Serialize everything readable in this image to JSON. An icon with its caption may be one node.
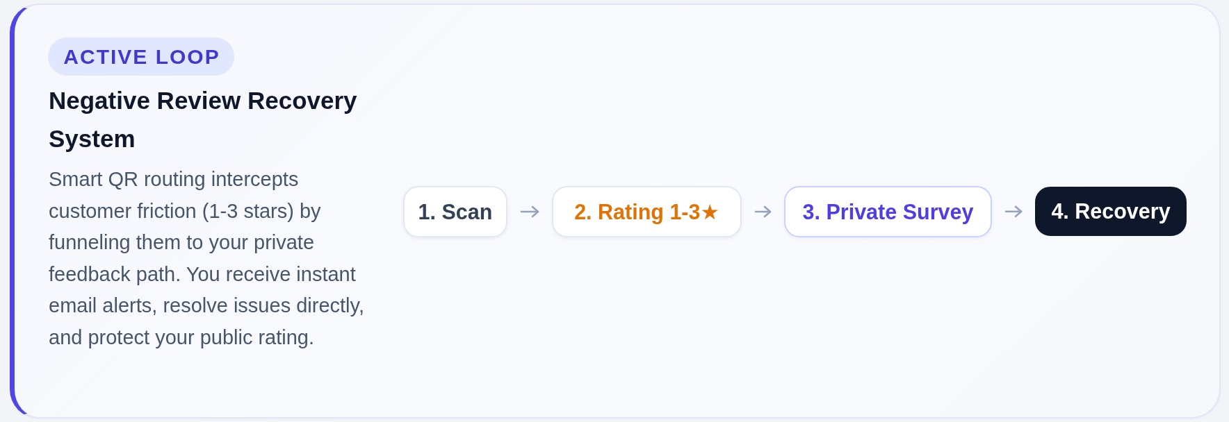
{
  "diagram": {
    "nodes": [
      {
        "text": [
          "Negative Review Recovery System",
          "Smart QR routing intercepts customer friction (1-3 stars) by funneling them to your private feedback path. You receive instant email alerts, resolve issues directly, and protect your public rating."
        ]
      },
      {
        "text": [
          "ACTIVE LOOP"
        ],
        "in": 0
      },
      {
        "text": [
          "1. Scan"
        ],
        "in": 0
      },
      {
        "text": [
          "2. Rating 1-3★"
        ],
        "in": 0
      },
      {
        "text": [
          "3. Private Survey"
        ],
        "in": 0
      },
      {
        "text": [
          "4. Recovery"
        ],
        "in": 0
      }
    ],
    "edges": [
      {
        "from": 2,
        "to": 3,
        "arrow": "to"
      },
      {
        "from": 3,
        "to": 4,
        "arrow": "to"
      },
      {
        "from": 4,
        "to": 5,
        "arrow": "to"
      }
    ]
  }
}
